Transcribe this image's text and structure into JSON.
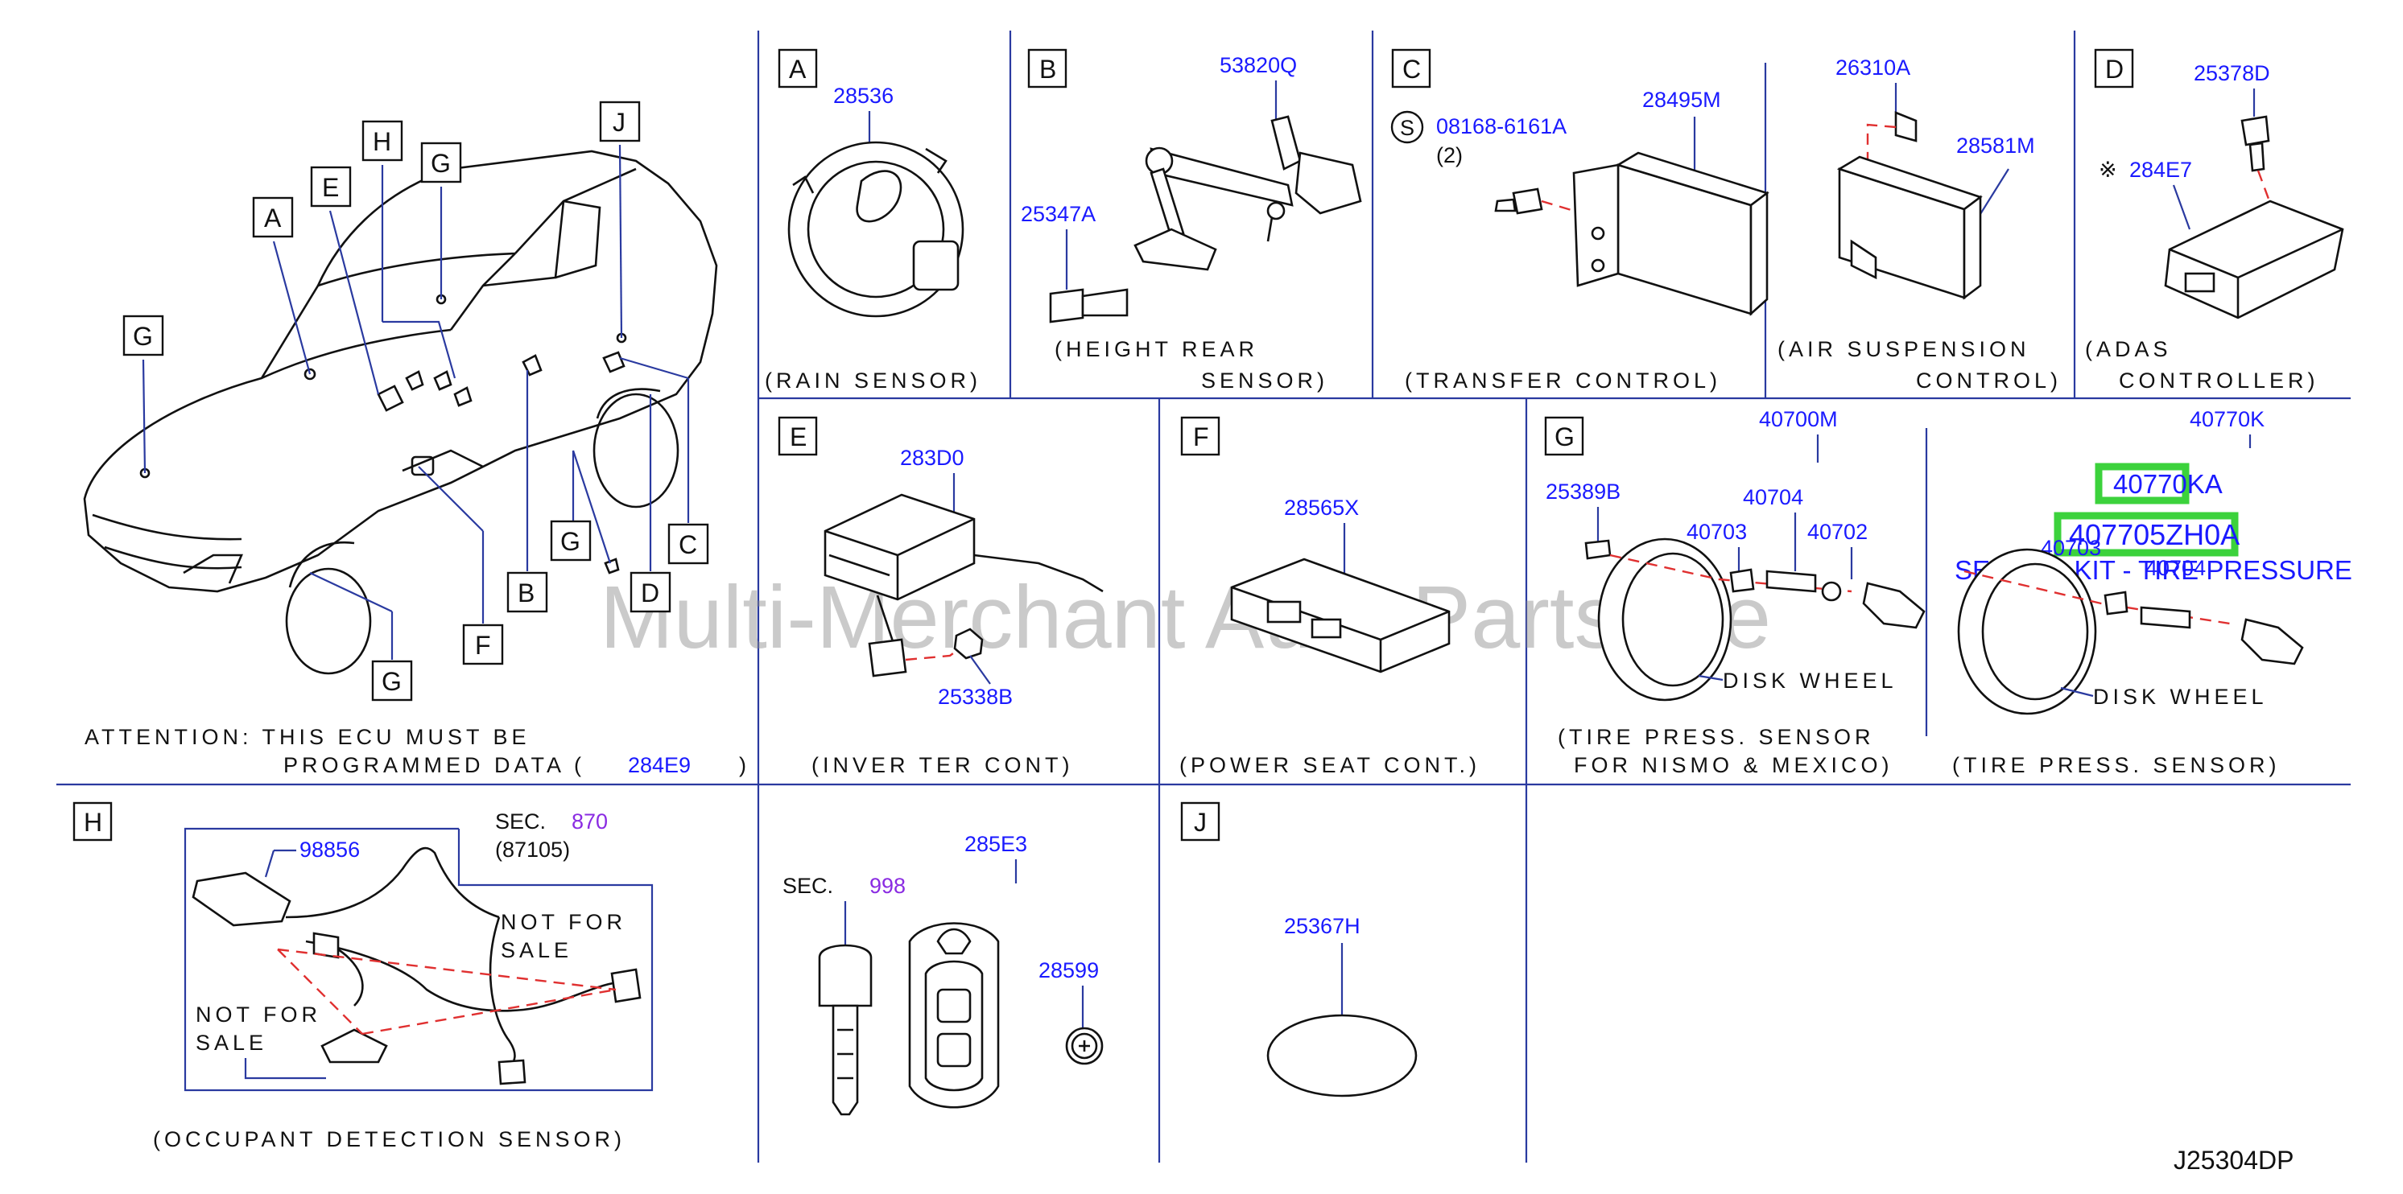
{
  "watermark": "Multi-Merchant Auto Partstore",
  "diagram_code": "J25304DP",
  "sections": {
    "overview": {
      "attention_line1": "ATTENTION:  THIS  ECU  MUST  BE",
      "attention_line2": "PROGRAMMED  DATA  (",
      "attention_code": "284E9",
      "attention_close": ")",
      "callouts": [
        "A",
        "E",
        "H",
        "G",
        "J",
        "G",
        "G",
        "C",
        "D",
        "B",
        "F",
        "G"
      ]
    },
    "A": {
      "letter": "A",
      "part": "28536",
      "caption": "(RAIN  SENSOR)"
    },
    "B": {
      "letter": "B",
      "parts": [
        "53820Q",
        "25347A"
      ],
      "caption_1": "(HEIGHT  REAR",
      "caption_2": "SENSOR)"
    },
    "C": {
      "letter": "C",
      "s_mark": "S",
      "bolt": "08168-6161A",
      "qty": "(2)",
      "parts": [
        "28495M",
        "26310A",
        "28581M"
      ],
      "caption_left": "(TRANSFER  CONTROL)",
      "caption_right_1": "(AIR  SUSPENSION",
      "caption_right_2": "CONTROL)"
    },
    "D": {
      "letter": "D",
      "mark": "※",
      "parts": [
        "25378D",
        "284E7"
      ],
      "caption_1": "(ADAS",
      "caption_2": "CONTROLLER)"
    },
    "E": {
      "letter": "E",
      "parts": [
        "283D0",
        "25338B"
      ],
      "caption": "(INVER  TER  CONT)"
    },
    "F": {
      "letter": "F",
      "part": "28565X",
      "caption": "(POWER  SEAT  CONT.)"
    },
    "G": {
      "letter": "G",
      "left": {
        "parts": [
          "40700M",
          "25389B",
          "40704",
          "40703",
          "40702"
        ],
        "wheel_label": "DISK  WHEEL",
        "caption_1": "(TIRE  PRESS.  SENSOR",
        "caption_2": "FOR  NISMO  &  MEXICO)"
      },
      "right": {
        "parts": [
          "40770K",
          "40703",
          "40704"
        ],
        "highlight_1": "40770KA",
        "highlight_2": "407705ZH0A",
        "kit_label": "SENSOR KIT - TIRE PRESSURE",
        "wheel_label": "DISK  WHEEL",
        "caption": "(TIRE  PRESS.  SENSOR)"
      }
    },
    "H": {
      "letter": "H",
      "part": "98856",
      "sec_label": "SEC.",
      "sec_ref": "870",
      "sub_ref": "(87105)",
      "nfs_1a": "NOT  FOR",
      "nfs_1b": "SALE",
      "nfs_2a": "NOT  FOR",
      "nfs_2b": "SALE",
      "caption": "(OCCUPANT  DETECTION  SENSOR)"
    },
    "key": {
      "sec_label": "SEC.",
      "sec_ref": "998",
      "parts": [
        "285E3",
        "28599"
      ]
    },
    "J": {
      "letter": "J",
      "part": "25367H"
    }
  },
  "colors": {
    "part_number": "#1a1aff",
    "section_ref": "#8a2be2",
    "highlight": "#3cd23c",
    "dash_line": "#e03030",
    "grid": "#2a3aa0"
  }
}
